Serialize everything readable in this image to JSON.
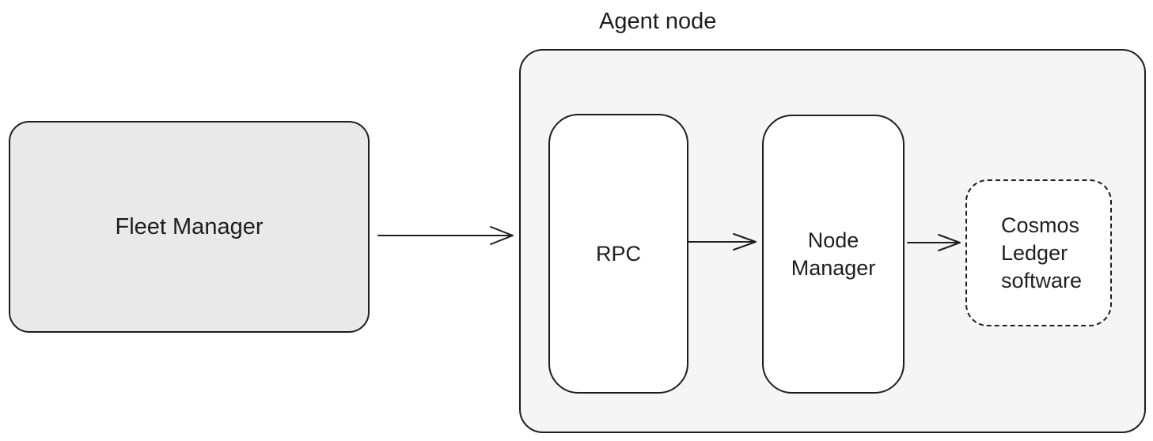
{
  "colors": {
    "page_background": "#ffffff",
    "stroke": "#1e1e1e",
    "text": "#1e1e1e",
    "fleet_manager_fill": "#e9e9e9",
    "agent_node_fill": "#f5f5f5",
    "inner_box_fill": "#ffffff"
  },
  "nodes": {
    "fleet_manager": {
      "label": "Fleet Manager"
    },
    "agent_node": {
      "label": "Agent node"
    },
    "rpc": {
      "label": "RPC"
    },
    "node_manager": {
      "label": "Node\nManager"
    },
    "cosmos_ledger": {
      "label": "Cosmos\nLedger\nsoftware",
      "border_style": "dashed"
    }
  },
  "edges": [
    {
      "from": "Fleet Manager",
      "to": "Agent node"
    },
    {
      "from": "RPC",
      "to": "Node Manager"
    },
    {
      "from": "Node Manager",
      "to": "Cosmos Ledger software"
    }
  ]
}
